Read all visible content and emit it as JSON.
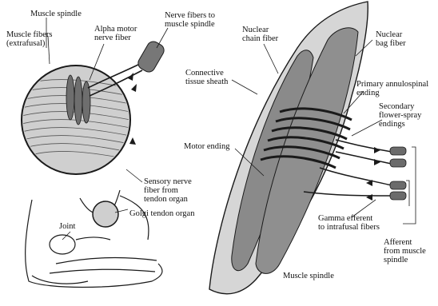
{
  "left_panel": {
    "muscle_spindle": "Muscle spindle",
    "muscle_fibers": "Muscle fibers\n(extrafusal)",
    "alpha_motor": "Alpha motor\nnerve fiber",
    "nerve_fibers_to_spindle": "Nerve fibers to\nmuscle spindle",
    "sensory_nerve": "Sensory nerve\nfiber from\ntendon organ",
    "golgi": "Golgi tendon organ",
    "joint": "Joint"
  },
  "right_panel": {
    "nuclear_chain": "Nuclear\nchain fiber",
    "nuclear_bag": "Nuclear\nbag fiber",
    "connective": "Connective\ntissue sheath",
    "primary": "Primary annulospinal\nending",
    "secondary": "Secondary\nflower-spray\nendings",
    "motor_ending": "Motor ending",
    "gamma": "Gamma efferent\nto intrafusal fibers",
    "afferent": "Afferent\nfrom muscle\nspindle",
    "muscle_spindle_caption": "Muscle spindle"
  },
  "colors": {
    "ink": "#1a1a1a",
    "tissue_fill": "#8a8a8a",
    "light_fill": "#d9d9d9",
    "mid_fill": "#b5b5b5"
  }
}
